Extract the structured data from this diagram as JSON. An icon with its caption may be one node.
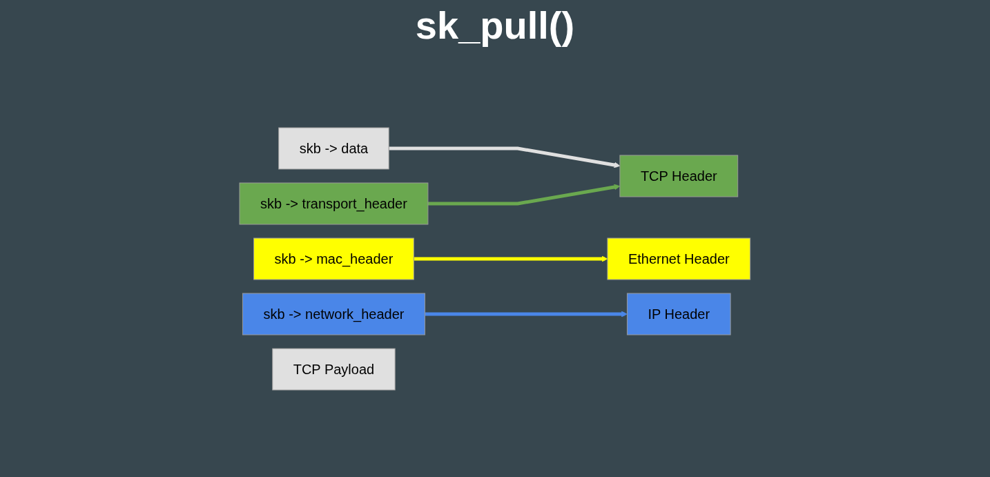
{
  "diagram": {
    "title": "sk_pull()",
    "nodes": [
      {
        "text": [
          "skb -> data"
        ]
      },
      {
        "text": [
          "skb -> mac_header"
        ]
      },
      {
        "text": [
          "skb -> network_header"
        ]
      },
      {
        "text": [
          "skb -> transport_header"
        ]
      },
      {
        "text": [
          "Ethernet Header"
        ]
      },
      {
        "text": [
          "IP Header"
        ]
      },
      {
        "text": [
          "TCP Header"
        ]
      },
      {
        "text": [
          "TCP Payload"
        ]
      }
    ],
    "edges": [
      {
        "from": 0,
        "to": 6,
        "arrow": "to",
        "color": "#e0e0e0"
      },
      {
        "from": 1,
        "to": 4,
        "arrow": "to",
        "color": "#ffff00"
      },
      {
        "from": 2,
        "to": 5,
        "arrow": "to",
        "color": "#4a86e8"
      },
      {
        "from": 3,
        "to": 6,
        "arrow": "to",
        "color": "#6aa84f"
      }
    ]
  }
}
